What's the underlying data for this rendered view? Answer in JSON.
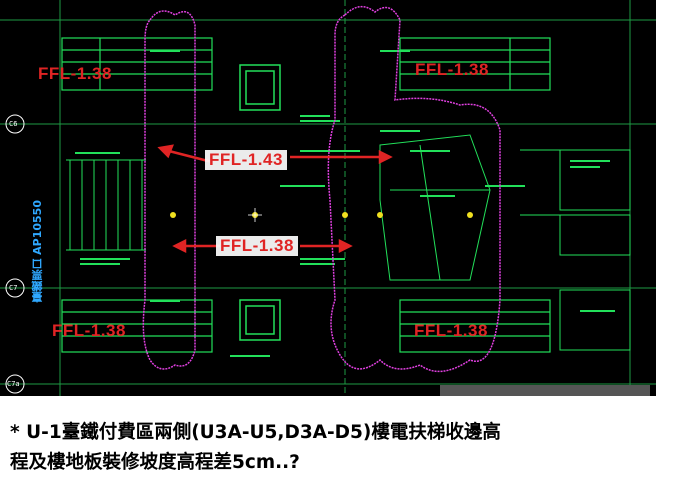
{
  "drawing": {
    "ffl_labels": {
      "top_left": "FFL-1.38",
      "top_right": "FFL-1.38",
      "mid_upper": "FFL-1.43",
      "mid_lower": "FFL-1.38",
      "bottom_left": "FFL-1.38",
      "bottom_right": "FFL-1.38"
    },
    "grid_tags": {
      "c6": "C6",
      "c7": "C7",
      "c7a": "C7a"
    },
    "vertical_text": "臺鐵票口 AP10550",
    "colors": {
      "background": "#000000",
      "linework": "#22e05a",
      "annotation": "#e02424",
      "cloud": "#e040e0",
      "point": "#f0e020"
    }
  },
  "caption": {
    "line1": "* U-1臺鐵付費區兩側(U3A-U5,D3A-D5)樓電扶梯收邊高",
    "line2": "程及樓地板裝修坡度高程差5cm..?"
  }
}
